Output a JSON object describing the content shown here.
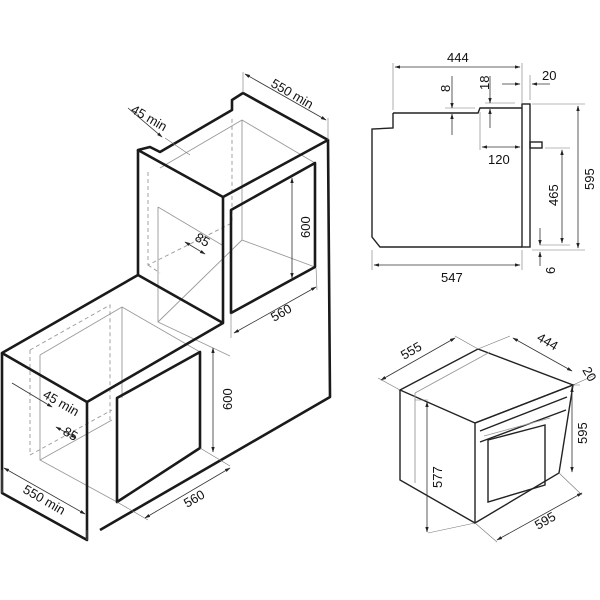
{
  "installation_columns": {
    "upper": {
      "depth": "550 min",
      "gap": "45 min",
      "vent": "85",
      "height": "600",
      "width": "560"
    },
    "lower": {
      "depth": "550 min",
      "gap": "45 min",
      "vent": "85",
      "height": "600",
      "width": "560"
    }
  },
  "side_view": {
    "depth_top": "444",
    "top_step": "8",
    "front_step": "18",
    "panel": "20",
    "offset": "120",
    "knob_height": "465",
    "height": "595",
    "depth_total": "547",
    "bottom": "6"
  },
  "oven_iso": {
    "depth": "555",
    "body_depth": "444",
    "panel": "20",
    "height": "595",
    "body_height": "577",
    "width": "595"
  }
}
